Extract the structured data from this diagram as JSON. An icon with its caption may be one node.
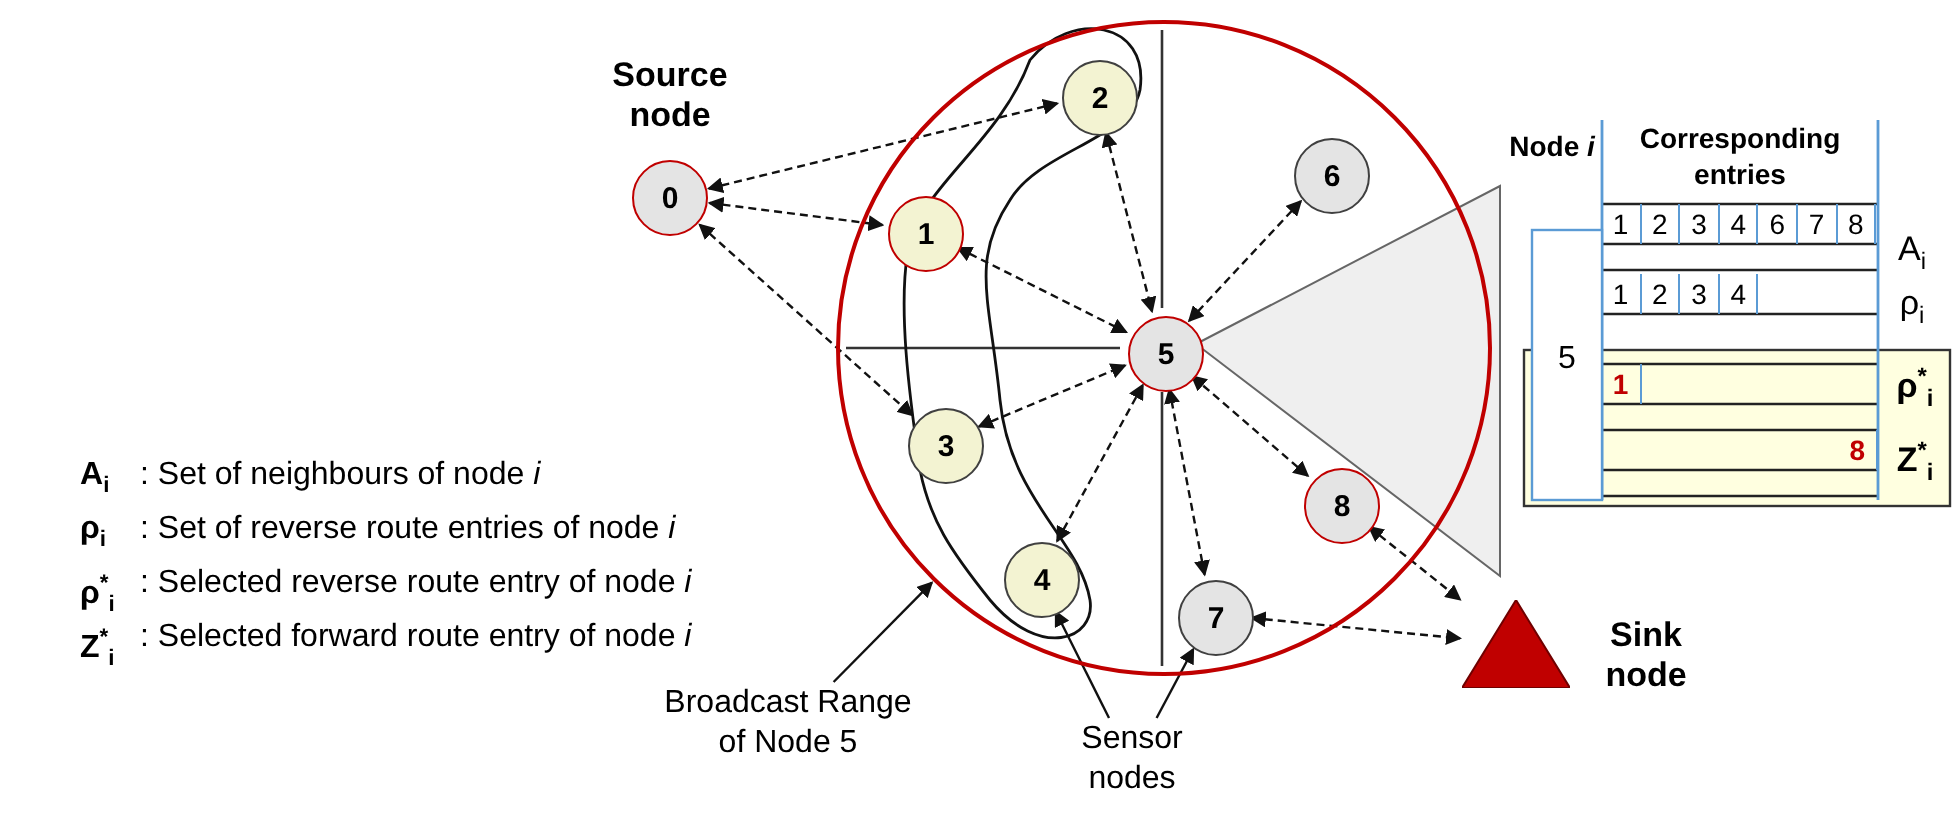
{
  "diagram": {
    "nodes": [
      {
        "text": [
          "0"
        ],
        "beside": [
          "Source node"
        ]
      },
      {
        "text": [],
        "shape": "circle"
      },
      {
        "text": [
          "1"
        ],
        "in": 1
      },
      {
        "text": [
          "2"
        ],
        "in": 1
      },
      {
        "text": [
          "3"
        ],
        "in": 1
      },
      {
        "text": [
          "4"
        ],
        "in": 1
      },
      {
        "text": [
          "5"
        ],
        "in": 1
      },
      {
        "text": [
          "6"
        ],
        "in": 1
      },
      {
        "text": [
          "7"
        ],
        "in": 1
      },
      {
        "text": [
          "8"
        ],
        "in": 1
      },
      {
        "text": [],
        "shape": "triangle",
        "beside": [
          "Sink node"
        ]
      },
      {
        "text": [
          "Broadcast Range of Node 5"
        ]
      },
      {
        "text": [
          "Sensor nodes"
        ]
      }
    ],
    "edges": [
      {
        "from": 0,
        "to": 3,
        "arrow": "both",
        "style": "dashed"
      },
      {
        "from": 0,
        "to": 2,
        "arrow": "both",
        "style": "dashed"
      },
      {
        "from": 0,
        "to": 4,
        "arrow": "both",
        "style": "dashed"
      },
      {
        "from": 2,
        "to": 6,
        "arrow": "both",
        "style": "dashed"
      },
      {
        "from": 3,
        "to": 6,
        "arrow": "both",
        "style": "dashed"
      },
      {
        "from": 4,
        "to": 6,
        "arrow": "both",
        "style": "dashed"
      },
      {
        "from": 5,
        "to": 6,
        "arrow": "both",
        "style": "dashed"
      },
      {
        "from": 7,
        "to": 6,
        "arrow": "both",
        "style": "dashed"
      },
      {
        "from": 8,
        "to": 6,
        "arrow": "both",
        "style": "dashed"
      },
      {
        "from": 9,
        "to": 6,
        "arrow": "both",
        "style": "dashed"
      },
      {
        "from": 9,
        "to": 10,
        "arrow": "both",
        "style": "dashed"
      },
      {
        "from": 8,
        "to": 10,
        "arrow": "both",
        "style": "dashed"
      },
      {
        "from": 11,
        "to": 1,
        "arrow": "to"
      },
      {
        "from": 12,
        "to": 5,
        "arrow": "to"
      },
      {
        "from": 12,
        "to": 8,
        "arrow": "to"
      }
    ],
    "labels": [
      "Node *i*",
      "Corresponding entries",
      "1",
      "2",
      "3",
      "4",
      "6",
      "7",
      "8",
      "A$_{i}$",
      "1",
      "2",
      "3",
      "4",
      "ρ$_{i}$",
      "5",
      "1",
      "ρ$^{*}$$_{i}$",
      "8",
      "Z$^{*}$$_{i}$",
      "A$_{i}$",
      ": Set of neighbours of node *i*",
      "ρ$_{i}$",
      ": Set of reverse route entries of node *i*",
      "ρ$^{*}$$_{i}$",
      ": Selected reverse route entry of node *i*",
      "Z$^{*}$$_{i}$",
      ": Selected forward route entry of node *i*"
    ]
  }
}
